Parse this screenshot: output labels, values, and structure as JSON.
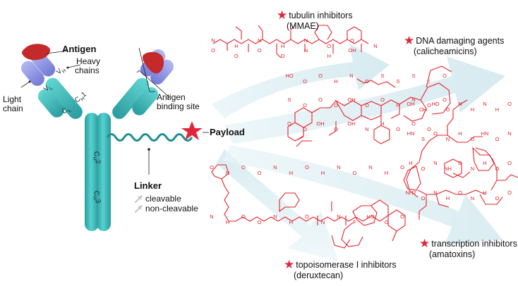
{
  "antibody": {
    "antigen": "Antigen",
    "heavy_chains": [
      "Heavy",
      "chains"
    ],
    "light_chain": [
      "Light",
      "chain"
    ],
    "antigen_binding_site": [
      "Antigen",
      "binding site"
    ],
    "domains": {
      "vh": "V",
      "vh_sub": "H",
      "vl": "V",
      "vl_sub": "L",
      "ch1": "C",
      "ch1_sub": "H",
      "ch1_num": "1",
      "cl": "C",
      "cl_sub": "L",
      "ch2": "C",
      "ch2_sub": "H",
      "ch2_num": "2",
      "ch3": "C",
      "ch3_sub": "H",
      "ch3_num": "3"
    },
    "payload": "Payload",
    "linker": "Linker",
    "linker_types": [
      "cleavable",
      "non-cleavable"
    ]
  },
  "payload_classes": [
    {
      "name": "tubulin inhibitors",
      "example": "(MMAE)"
    },
    {
      "name": "DNA damaging agents",
      "example": "(calicheamicins)"
    },
    {
      "name": "topoisomerase I inhibitors",
      "example": "(deruxtecan)"
    },
    {
      "name": "transcription inhibitors",
      "example": "(amatoxins)"
    }
  ],
  "structure_atoms": {
    "mmae": [
      "N",
      "H",
      "N",
      "H",
      "N",
      "O",
      "O",
      "N",
      "O",
      "O",
      "O",
      "O",
      "N",
      "H",
      "OH"
    ],
    "calicheamicin": [
      "HO",
      "O",
      "O",
      "H",
      "N",
      "O",
      "S",
      "S",
      "S",
      "I",
      "O",
      "S",
      "O",
      "O",
      "O",
      "OH",
      "O",
      "O",
      "H",
      "N",
      "O",
      "O",
      "O",
      "O",
      "OH",
      "O",
      "OH",
      "N",
      "H",
      "O",
      "O",
      "O"
    ],
    "deruxtecan": [
      "O",
      "N",
      "O",
      "O",
      "N",
      "H",
      "O",
      "H",
      "N",
      "O",
      "N",
      "H",
      "O",
      "N",
      "H",
      "O",
      "O",
      "N",
      "H",
      "O",
      "N",
      "N",
      "F",
      "HO",
      "O",
      "O"
    ],
    "amatoxin": [
      "OH",
      "OH",
      "HO",
      "O",
      "N",
      "H",
      "N",
      "H",
      "O",
      "HN",
      "S",
      "O",
      "N",
      "H",
      "O",
      "HN",
      "O",
      "N",
      "H",
      "O",
      "N",
      "NH",
      "O",
      "N",
      "H",
      "O",
      "O",
      "NH2",
      "O",
      "N",
      "H",
      "O",
      "N",
      "H",
      "O",
      "O"
    ]
  },
  "colors": {
    "teal": "#45c1c0",
    "teal_dark": "#2a9b9e",
    "purple": "#8f97e0",
    "antigen_red": "#c52a2a",
    "structure_red": "#e3242b",
    "arrow_light": "#d4ecf2"
  },
  "icons": [
    "star-icon",
    "arrow-band"
  ]
}
